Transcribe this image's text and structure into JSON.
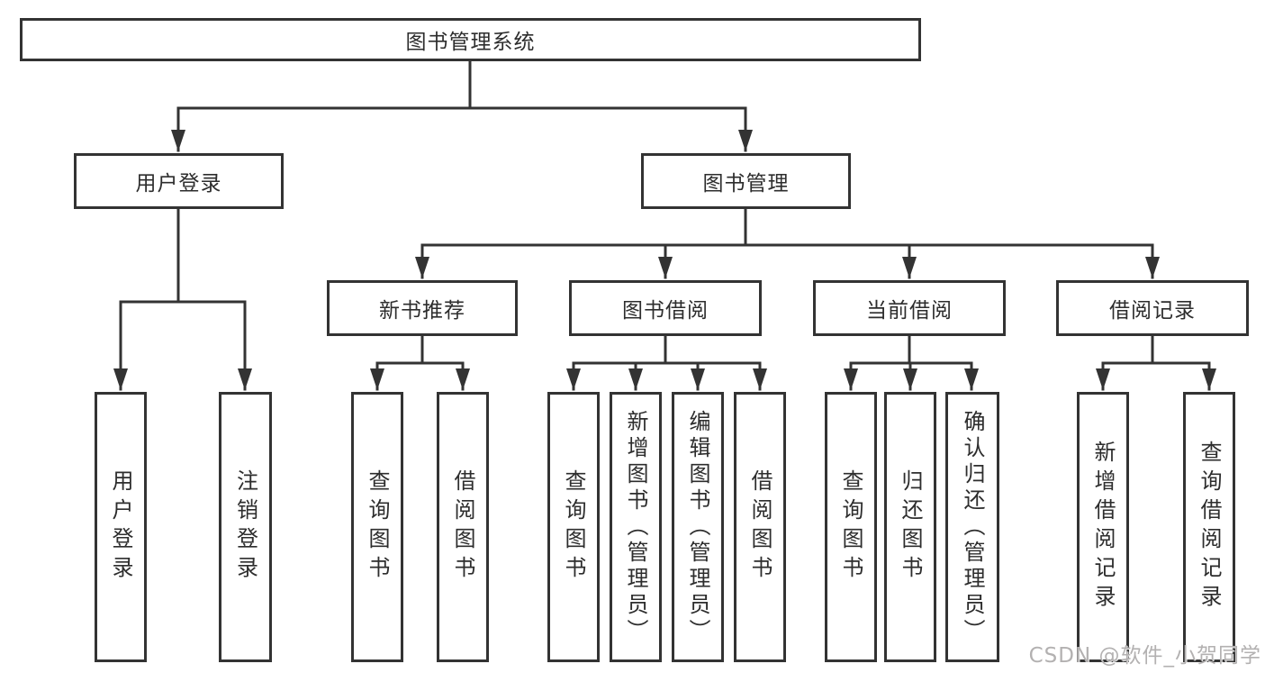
{
  "colors": {
    "line": "#333333",
    "text": "#2d2d2d",
    "box-bg": "#ffffff",
    "page-bg": "#ffffff",
    "watermark": "#b3b1b1"
  },
  "watermark": {
    "text": "CSDN @软件_小贺同学"
  },
  "diagram": {
    "root": {
      "label": "图书管理系统"
    },
    "branches": [
      {
        "label": "用户登录",
        "children": [
          {
            "label": "用户登录"
          },
          {
            "label": "注销登录"
          }
        ]
      },
      {
        "label": "图书管理",
        "sections": [
          {
            "label": "新书推荐",
            "children": [
              {
                "label": "查询图书"
              },
              {
                "label": "借阅图书"
              }
            ]
          },
          {
            "label": "图书借阅",
            "children": [
              {
                "label": "查询图书"
              },
              {
                "label": "新增图书（管理员）"
              },
              {
                "label": "编辑图书（管理员）"
              },
              {
                "label": "借阅图书"
              }
            ]
          },
          {
            "label": "当前借阅",
            "children": [
              {
                "label": "查询图书"
              },
              {
                "label": "归还图书"
              },
              {
                "label": "确认归还（管理员）"
              }
            ]
          },
          {
            "label": "借阅记录",
            "children": [
              {
                "label": "新增借阅记录"
              },
              {
                "label": "查询借阅记录"
              }
            ]
          }
        ]
      }
    ]
  }
}
